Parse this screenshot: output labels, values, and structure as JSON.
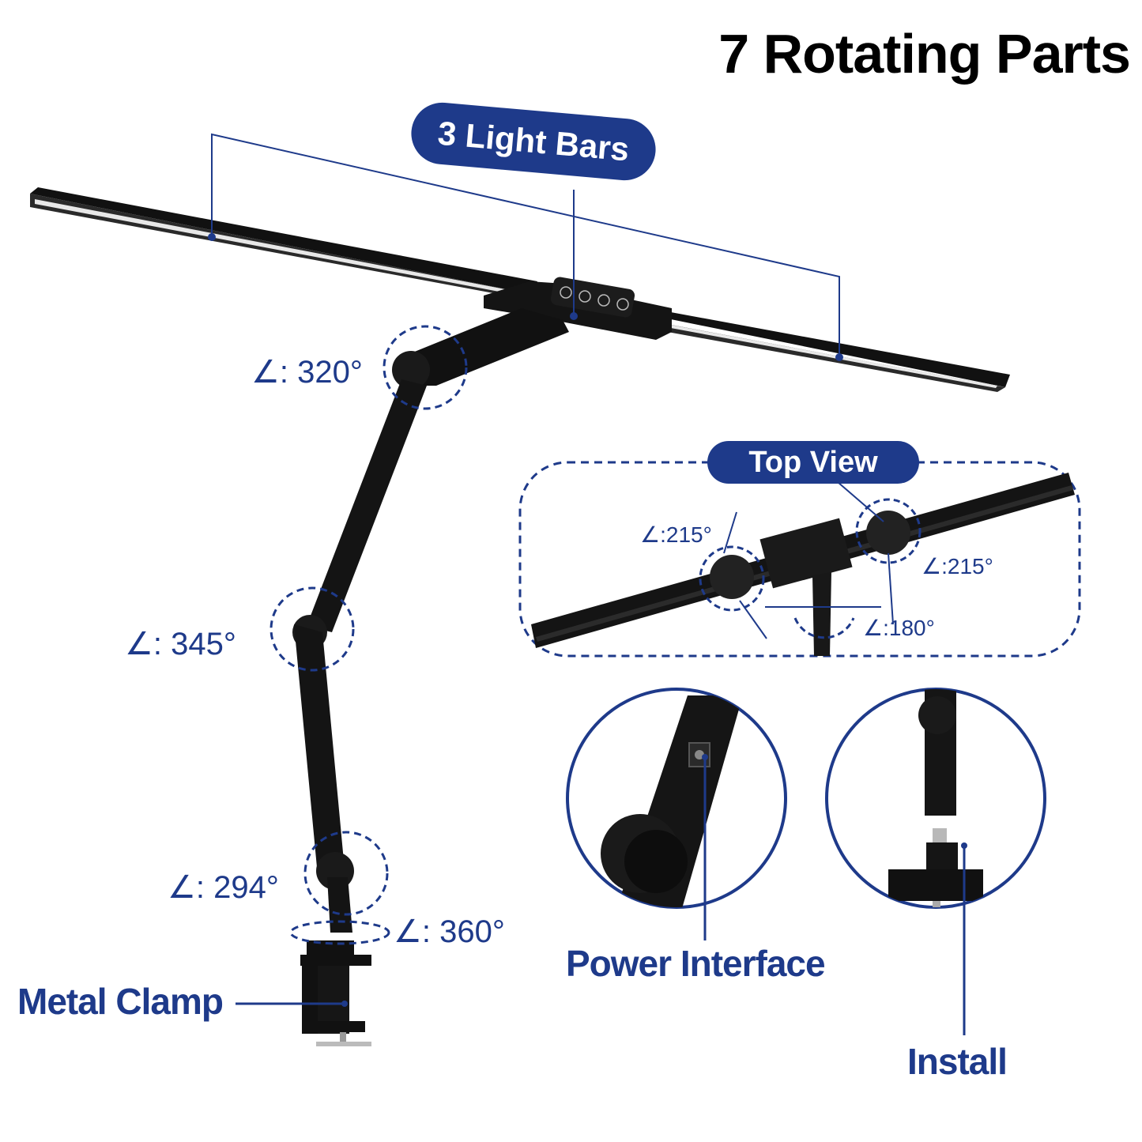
{
  "title": "7 Rotating Parts",
  "badges": {
    "light_bars": "3 Light Bars",
    "top_view": "Top View"
  },
  "angles": {
    "joint_top": "∠: 320°",
    "joint_mid": "∠: 345°",
    "joint_low": "∠: 294°",
    "base_swivel": "∠: 360°",
    "top_left": "∠:215°",
    "top_right": "∠:215°",
    "top_center": "∠:180°"
  },
  "labels": {
    "clamp": "Metal Clamp",
    "power": "Power Interface",
    "install": "Install"
  },
  "control_icons": [
    "power-icon",
    "mode-icon",
    "brightness-icon",
    "auto-icon"
  ],
  "colors": {
    "accent": "#1e3a8a",
    "lamp": "#111111"
  }
}
